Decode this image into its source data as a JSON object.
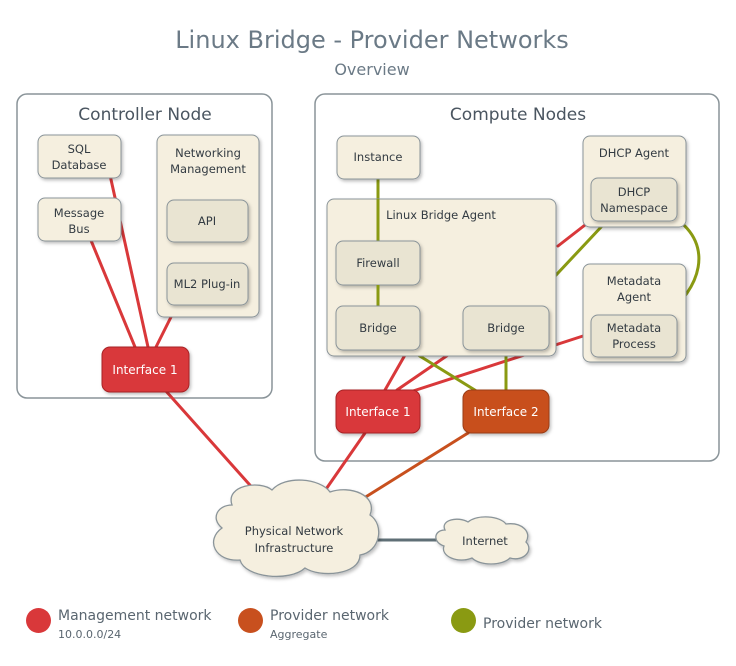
{
  "title": "Linux Bridge - Provider Networks",
  "subtitle": "Overview",
  "colors": {
    "management": "#d9383a",
    "provider_aggregate": "#c8501e",
    "provider": "#8a9a12",
    "box_fill": "#f5efdf",
    "inner_fill": "#e9e4d2",
    "panel_border": "#8a9499"
  },
  "controller": {
    "title": "Controller Node",
    "sql": [
      "SQL",
      "Database"
    ],
    "mq": [
      "Message",
      "Bus"
    ],
    "netmgmt": [
      "Networking",
      "Management"
    ],
    "api": "API",
    "ml2": "ML2 Plug-in",
    "iface": "Interface 1"
  },
  "compute": {
    "title": "Compute Nodes",
    "instance": "Instance",
    "lba": "Linux Bridge Agent",
    "firewall": "Firewall",
    "bridge1": "Bridge",
    "bridge2": "Bridge",
    "dhcp_agent": "DHCP Agent",
    "dhcp_ns": [
      "DHCP",
      "Namespace"
    ],
    "meta_agent": [
      "Metadata",
      "Agent"
    ],
    "meta_proc": [
      "Metadata",
      "Process"
    ],
    "iface1": "Interface 1",
    "iface2": "Interface 2"
  },
  "physical": [
    "Physical Network",
    "Infrastructure"
  ],
  "internet": "Internet",
  "legend": [
    {
      "name": "Management network",
      "sub": "10.0.0.0/24",
      "color": "#d9383a"
    },
    {
      "name": "Provider network",
      "sub": "Aggregate",
      "color": "#c8501e"
    },
    {
      "name": "Provider network",
      "sub": "",
      "color": "#8a9a12"
    }
  ]
}
